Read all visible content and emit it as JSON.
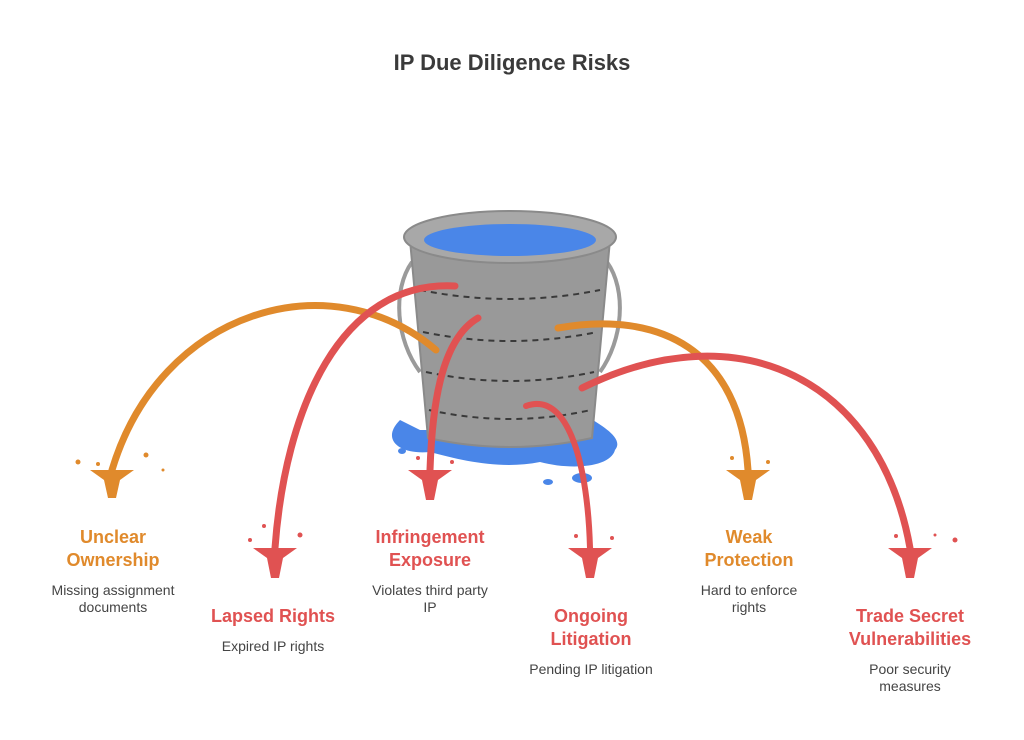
{
  "title": "IP Due Diligence Risks",
  "colors": {
    "orange": "#e08a2c",
    "red": "#e05252",
    "water": "#4a86e8",
    "bucket": "#9a9a9a"
  },
  "risks": [
    {
      "label_line1": "Unclear",
      "label_line2": "Ownership",
      "desc_line1": "Missing assignment",
      "desc_line2": "documents",
      "color": "#e08a2c"
    },
    {
      "label_line1": "Lapsed Rights",
      "label_line2": "",
      "desc_line1": "Expired IP rights",
      "desc_line2": "",
      "color": "#e05252"
    },
    {
      "label_line1": "Infringement",
      "label_line2": "Exposure",
      "desc_line1": "Violates third party",
      "desc_line2": "IP",
      "color": "#e05252"
    },
    {
      "label_line1": "Ongoing",
      "label_line2": "Litigation",
      "desc_line1": "Pending IP litigation",
      "desc_line2": "",
      "color": "#e05252"
    },
    {
      "label_line1": "Weak",
      "label_line2": "Protection",
      "desc_line1": "Hard to enforce",
      "desc_line2": "rights",
      "color": "#e08a2c"
    },
    {
      "label_line1": "Trade Secret",
      "label_line2": "Vulnerabilities",
      "desc_line1": "Poor security",
      "desc_line2": "measures",
      "color": "#e05252"
    }
  ]
}
